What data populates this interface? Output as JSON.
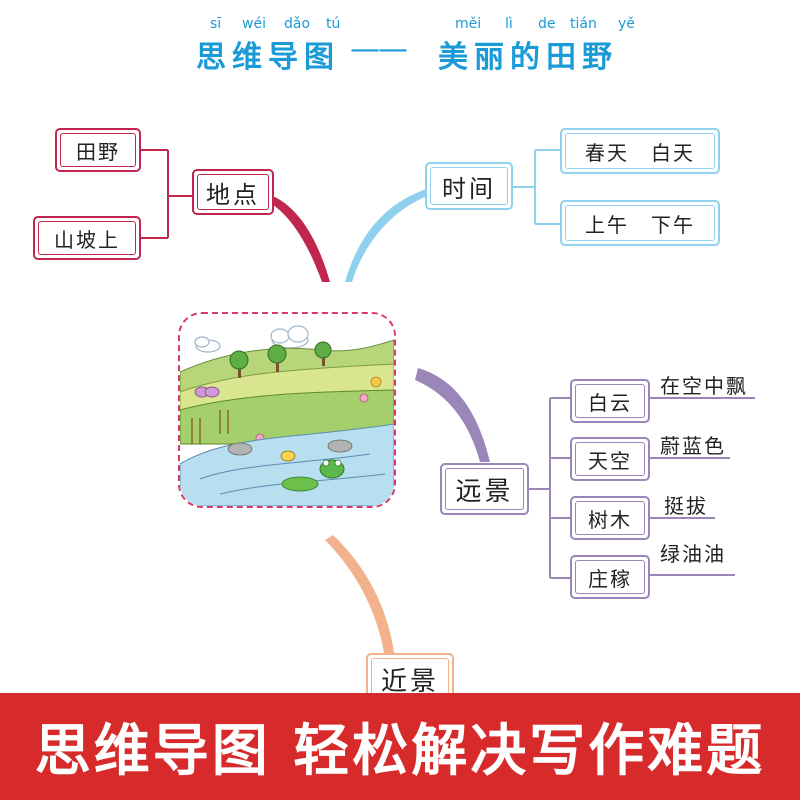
{
  "title": {
    "pinyin": [
      "sī",
      "wéi",
      "dǎo",
      "tú",
      "měi",
      "lì",
      "de",
      "tián",
      "yě"
    ],
    "left": "思维导图",
    "dash": "——",
    "right": "美丽的田野"
  },
  "branches": {
    "place": {
      "label": "地点",
      "children": [
        "田野",
        "山坡上"
      ],
      "color": "#c1264e"
    },
    "time": {
      "label": "时间",
      "children": [
        "春天　白天",
        "上午　下午"
      ],
      "color": "#8fd0ef"
    },
    "far": {
      "label": "远景",
      "color": "#9a86b8",
      "children": [
        {
          "label": "白云",
          "detail": "在空中飘"
        },
        {
          "label": "天空",
          "detail": "蔚蓝色"
        },
        {
          "label": "树木",
          "detail": "挺拔"
        },
        {
          "label": "庄稼",
          "detail": "绿油油"
        }
      ]
    },
    "near": {
      "label": "近景",
      "color": "#f2b28e"
    }
  },
  "center_image": "field-illustration",
  "banner": {
    "text": "思维导图 轻松解决写作难题",
    "color": "#d72b2b"
  }
}
